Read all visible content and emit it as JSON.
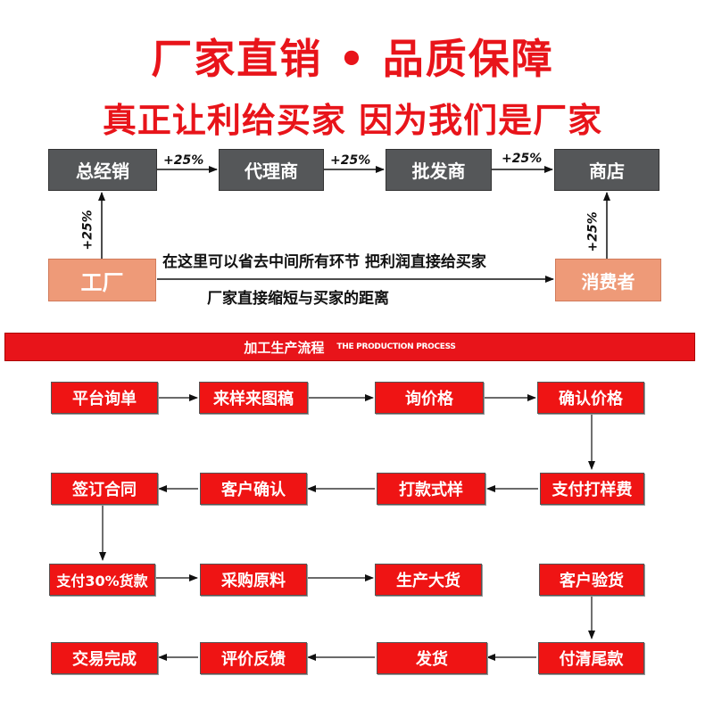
{
  "header": {
    "title_line1": "厂家直销 • 品质保障",
    "title_line2": "真正让利给买家   因为我们是厂家"
  },
  "supply_chain": {
    "nodes": {
      "general": "总经销",
      "agent": "代理商",
      "wholesale": "批发商",
      "store": "商店",
      "factory": "工厂",
      "consumer": "消费者"
    },
    "markups": {
      "general_to_agent": "+25%",
      "agent_to_wholesale": "+25%",
      "wholesale_to_store": "+25%",
      "factory_to_general": "+25%",
      "consumer_to_store": "+25%"
    },
    "note_line1": "在这里可以省去中间所有环节 把利润直接给买家",
    "note_line2": "厂家直接缩短与买家的距离"
  },
  "process_banner": {
    "title_cn": "加工生产流程",
    "title_en": "THE PRODUCTION PROCESS"
  },
  "process_steps": {
    "s1": "平台询单",
    "s2": "来样来图稿",
    "s3": "询价格",
    "s4": "确认价格",
    "s5": "支付打样费",
    "s6": "打款式样",
    "s7": "客户确认",
    "s8": "签订合同",
    "s9": "支付30%货款",
    "s10": "采购原料",
    "s11": "生产大货",
    "s12": "客户验货",
    "s13": "付清尾款",
    "s14": "发货",
    "s15": "评价反馈",
    "s16": "交易完成"
  }
}
